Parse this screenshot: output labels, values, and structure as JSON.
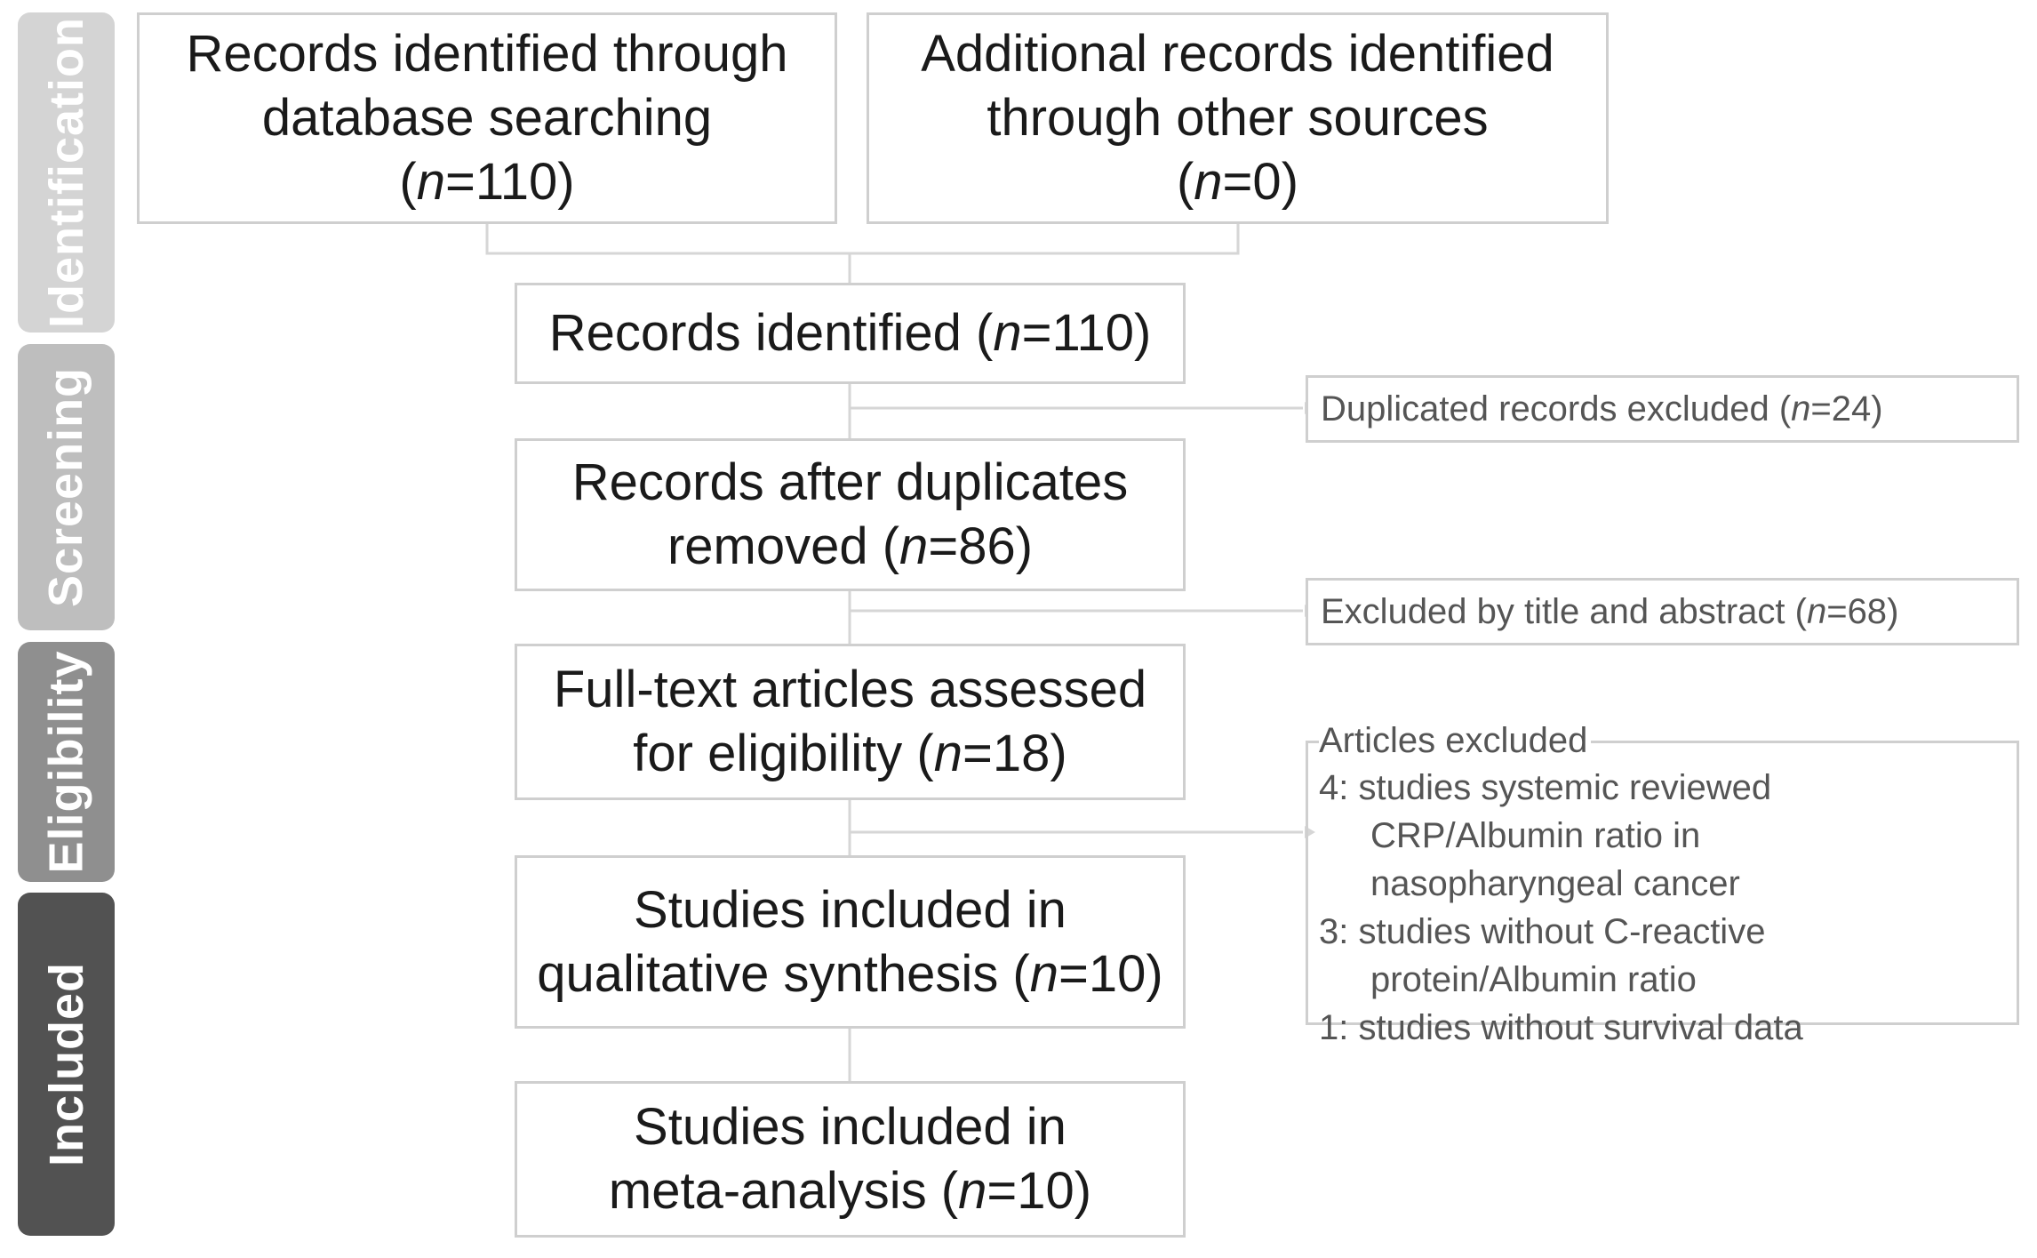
{
  "stages": [
    {
      "label": "Identification",
      "color": "#d4d4d4"
    },
    {
      "label": "Screening",
      "color": "#bebebe"
    },
    {
      "label": "Eligibility",
      "color": "#8f8f8f"
    },
    {
      "label": "Included",
      "color": "#525252"
    }
  ],
  "boxes": {
    "database": {
      "line1": "Records identified through",
      "line2": "database searching",
      "n": "110"
    },
    "other": {
      "line1": "Additional records identified",
      "line2": "through other sources",
      "n": "0"
    },
    "identified": {
      "prefix": "Records identified (",
      "n": "110"
    },
    "after_duplicates": {
      "line1": "Records after duplicates",
      "prefix": "removed (",
      "n": "86"
    },
    "full_text": {
      "line1": "Full-text articles assessed",
      "prefix": "for eligibility (",
      "n": "18"
    },
    "qualitative": {
      "line1": "Studies included in",
      "prefix": "qualitative synthesis (",
      "n": "10"
    },
    "meta": {
      "line1": "Studies included in",
      "prefix": "meta-analysis (",
      "n": "10"
    }
  },
  "side_boxes": {
    "duplicates": {
      "prefix": "Duplicated records excluded (",
      "n": "24"
    },
    "title_abstract": {
      "prefix": "Excluded by title and abstract (",
      "n": "68"
    }
  },
  "articles_excluded": {
    "heading": "Articles excluded",
    "items": [
      {
        "line1": "4: studies systemic reviewed",
        "line2": "CRP/Albumin ratio in",
        "line3": "nasopharyngeal cancer"
      },
      {
        "line1": "3: studies without C-reactive",
        "line2": "protein/Albumin ratio"
      },
      {
        "line1": "1: studies without survival data"
      }
    ]
  },
  "n_symbol": "n",
  "colors": {
    "box_border": "#cfcfcf",
    "connector": "#d6d6d6"
  }
}
